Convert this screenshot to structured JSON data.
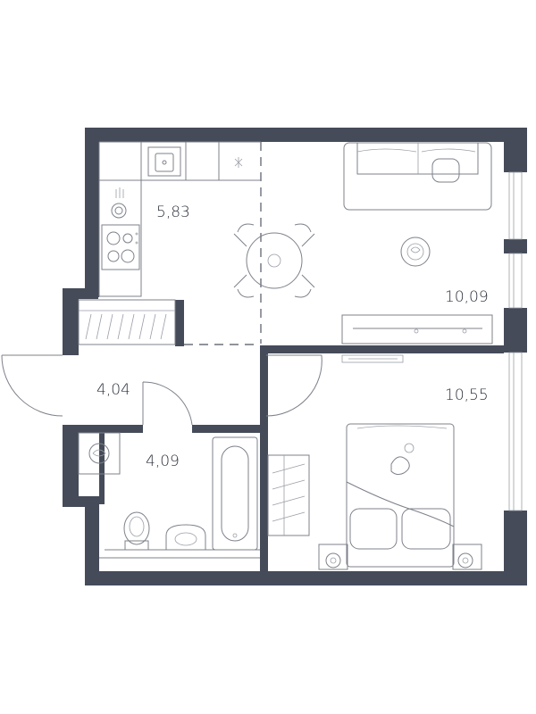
{
  "rooms": [
    {
      "id": "kitchen",
      "area": "5,83"
    },
    {
      "id": "living",
      "area": "10,09"
    },
    {
      "id": "hall",
      "area": "4,04"
    },
    {
      "id": "bathroom",
      "area": "4,09"
    },
    {
      "id": "bedroom",
      "area": "10,55"
    }
  ],
  "colors": {
    "wall": "#454b59",
    "line": "#7d818a",
    "text": "#2e333d"
  },
  "icons": [
    "sink-icon",
    "stove-icon",
    "dining-table-icon",
    "sofa-icon",
    "bed-icon",
    "bathtub-icon",
    "toilet-icon",
    "washing-machine-icon",
    "wardrobe-icon",
    "tv-stand-icon",
    "plant-icon",
    "cat-icon"
  ]
}
